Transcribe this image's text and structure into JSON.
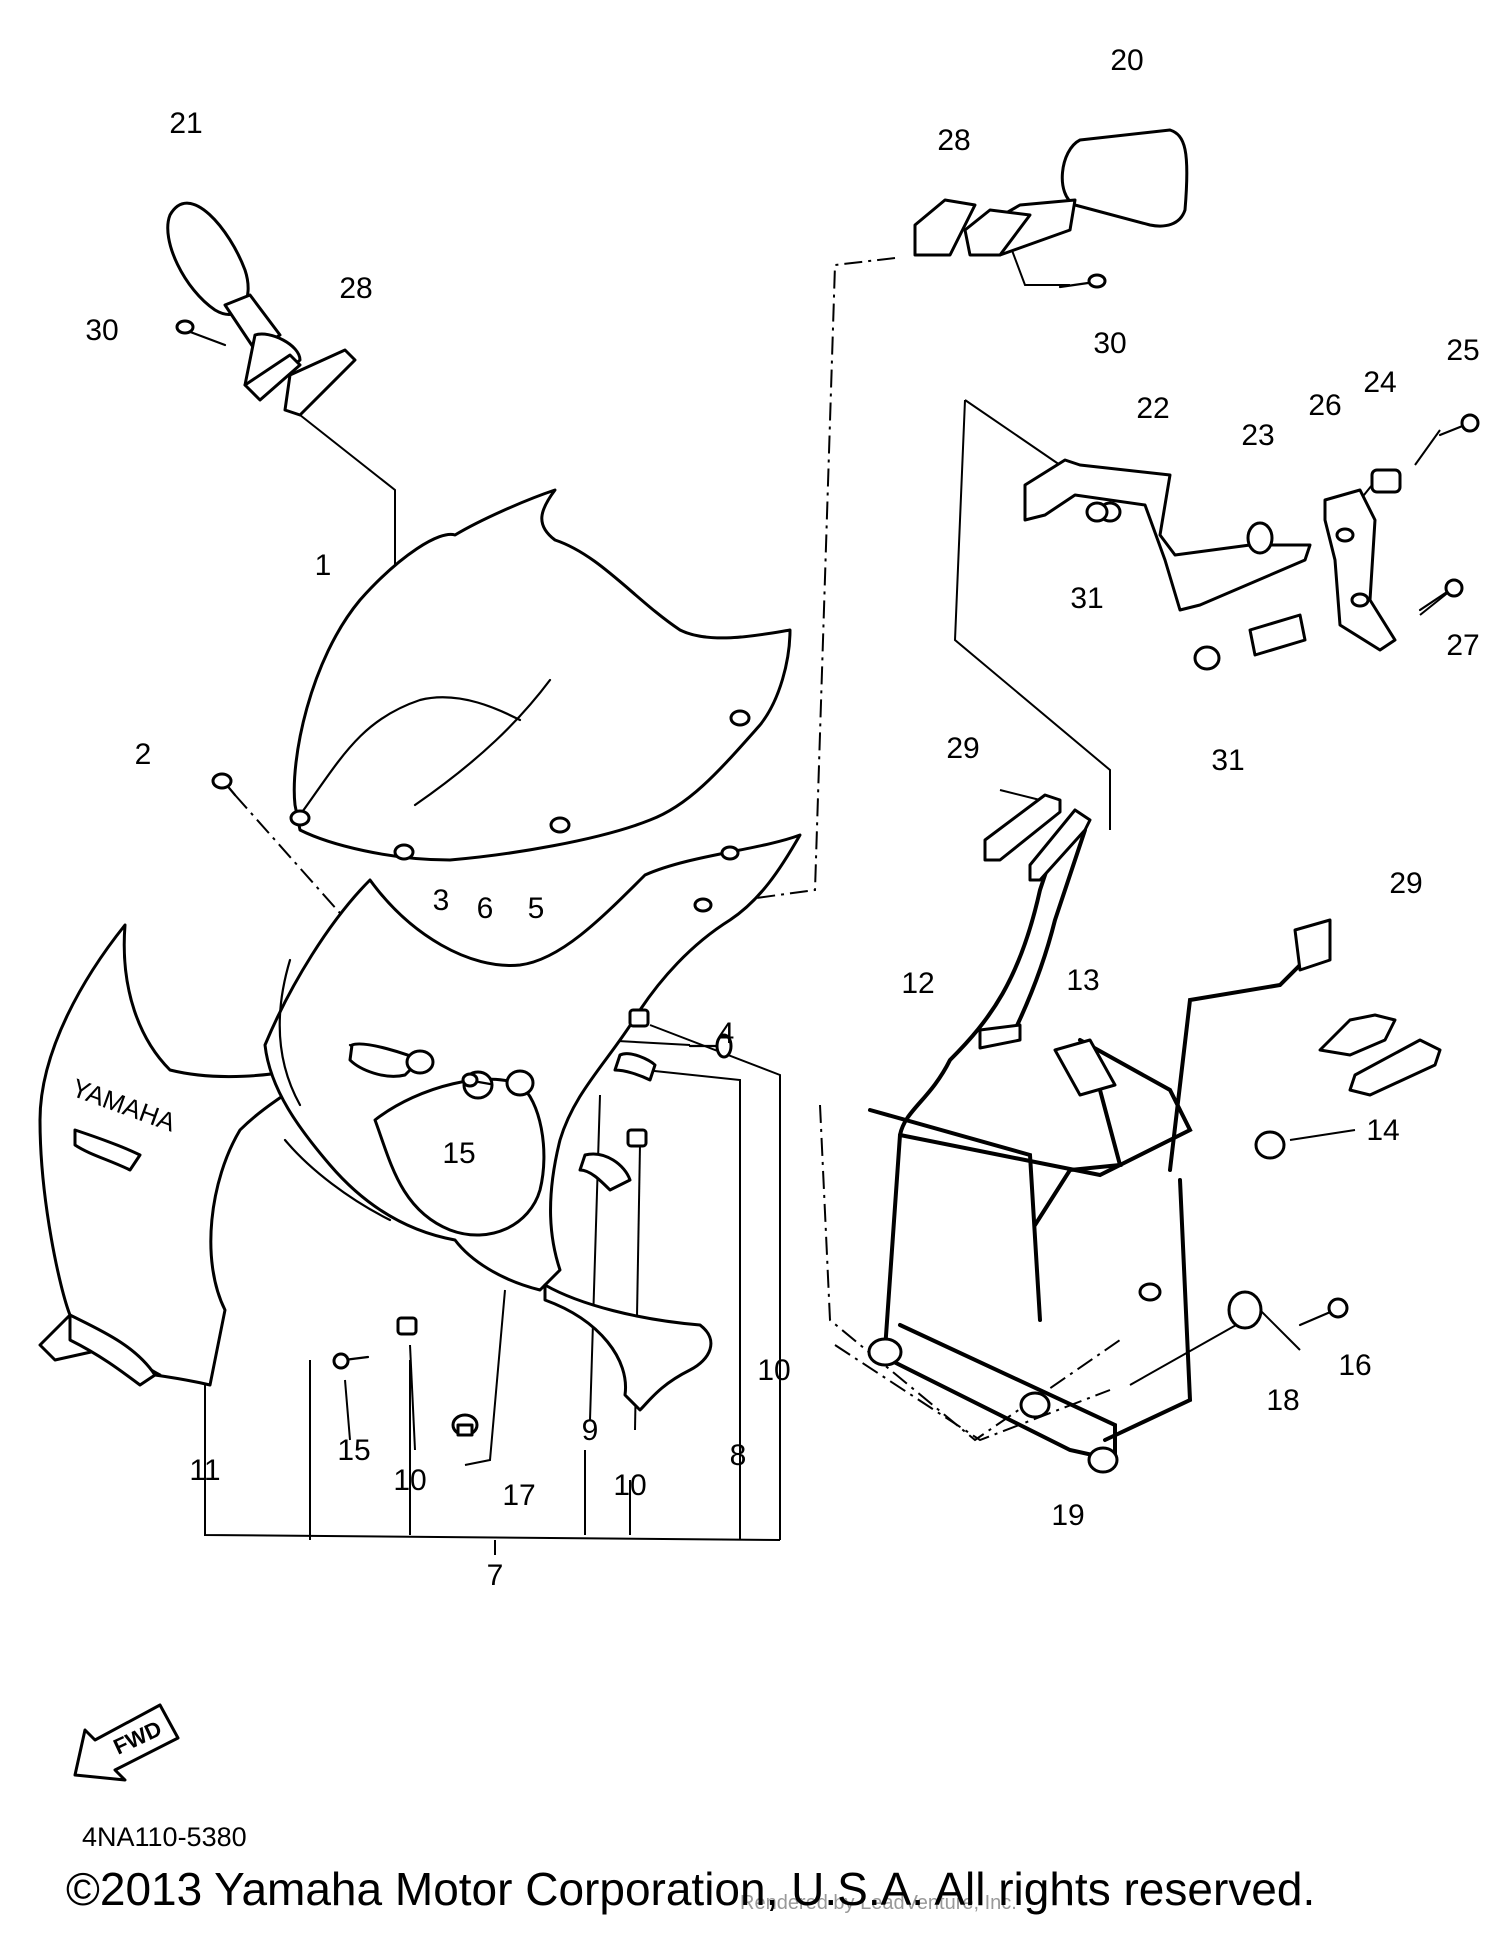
{
  "diagram": {
    "callouts": {
      "c1": "1",
      "c2": "2",
      "c3": "3",
      "c4": "4",
      "c5": "5",
      "c6": "6",
      "c7": "7",
      "c8": "8",
      "c9": "9",
      "c10a": "10",
      "c10b": "10",
      "c10c": "10",
      "c11": "11",
      "c12": "12",
      "c13": "13",
      "c14": "14",
      "c15a": "15",
      "c15b": "15",
      "c16": "16",
      "c17": "17",
      "c18": "18",
      "c19": "19",
      "c20": "20",
      "c21": "21",
      "c22": "22",
      "c23": "23",
      "c24": "24",
      "c25": "25",
      "c26": "26",
      "c27": "27",
      "c28a": "28",
      "c28b": "28",
      "c29a": "29",
      "c29b": "29",
      "c30a": "30",
      "c30b": "30",
      "c31a": "31",
      "c31b": "31"
    },
    "fairing_brand": "YAMAHA",
    "fwd_label": "FWD"
  },
  "footer": {
    "diagram_code": "4NA110-5380",
    "copyright": "©2013 Yamaha Motor Corporation, U.S.A. All rights reserved.",
    "watermark": "Rendered by LeadVenture, Inc."
  }
}
